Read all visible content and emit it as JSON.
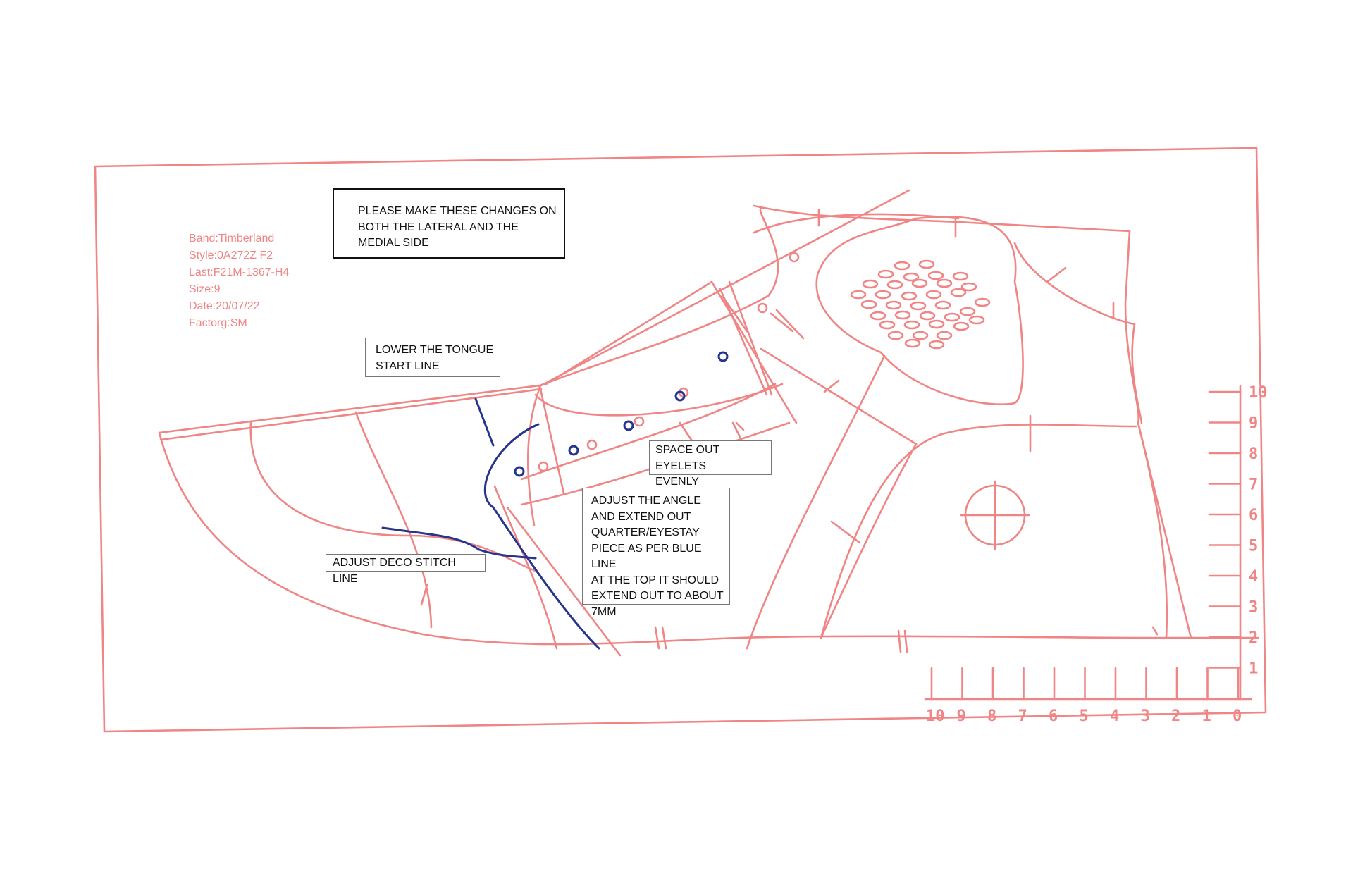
{
  "spec": {
    "lines": [
      "Band:Timberland",
      "Style:0A272Z F2",
      "Last:F21M-1367-H4",
      "Size:9",
      "Date:20/07/22",
      "Factorg:SM"
    ]
  },
  "notes": {
    "general": "PLEASE MAKE THESE CHANGES ON\nBOTH THE LATERAL AND THE\nMEDIAL SIDE",
    "tongue": "LOWER THE TONGUE\nSTART LINE",
    "eyelets": "SPACE OUT EYELETS\nEVENLY",
    "angle": "ADJUST THE ANGLE\nAND EXTEND OUT\nQUARTER/EYESTAY\nPIECE AS PER BLUE LINE\nAT THE TOP IT SHOULD\nEXTEND OUT TO ABOUT\n7MM",
    "deco": "ADJUST DECO STITCH LINE"
  },
  "ruler": {
    "horizontal": [
      "10",
      "9",
      "8",
      "7",
      "6",
      "5",
      "4",
      "3",
      "2",
      "1",
      "0"
    ],
    "vertical": [
      "10",
      "9",
      "8",
      "7",
      "6",
      "5",
      "4",
      "3",
      "2",
      "1"
    ]
  },
  "colors": {
    "pattern_lines": "#f08585",
    "correction_lines": "#27348b"
  }
}
